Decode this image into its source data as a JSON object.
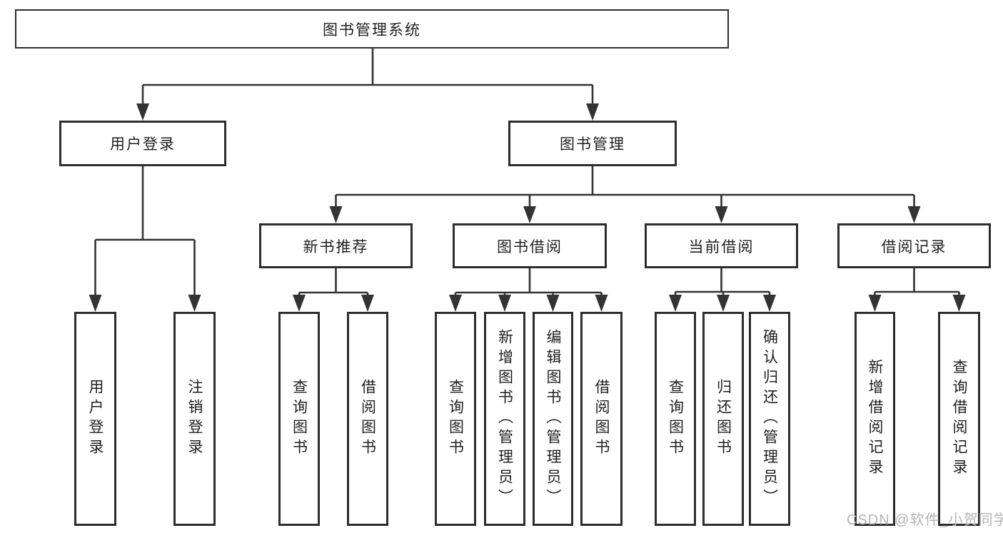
{
  "diagram": {
    "root": "图书管理系统",
    "level2": [
      "用户登录",
      "图书管理"
    ],
    "level3": [
      "新书推荐",
      "图书借阅",
      "当前借阅",
      "借阅记录"
    ],
    "leaves": [
      "用户登录",
      "注销登录",
      "查询图书",
      "借阅图书",
      "查询图书",
      "新增图书（管理员）",
      "编辑图书（管理员）",
      "借阅图书",
      "查询图书",
      "归还图书",
      "确认归还（管理员）",
      "新增借阅记录",
      "查询借阅记录"
    ]
  },
  "watermark": "CSDN @软件_小贺同学",
  "colors": {
    "line": "#333333",
    "box_border": "#2d2d2d",
    "text": "#1f1f1f",
    "watermark": "#b5b5b5",
    "background": "#ffffff"
  }
}
